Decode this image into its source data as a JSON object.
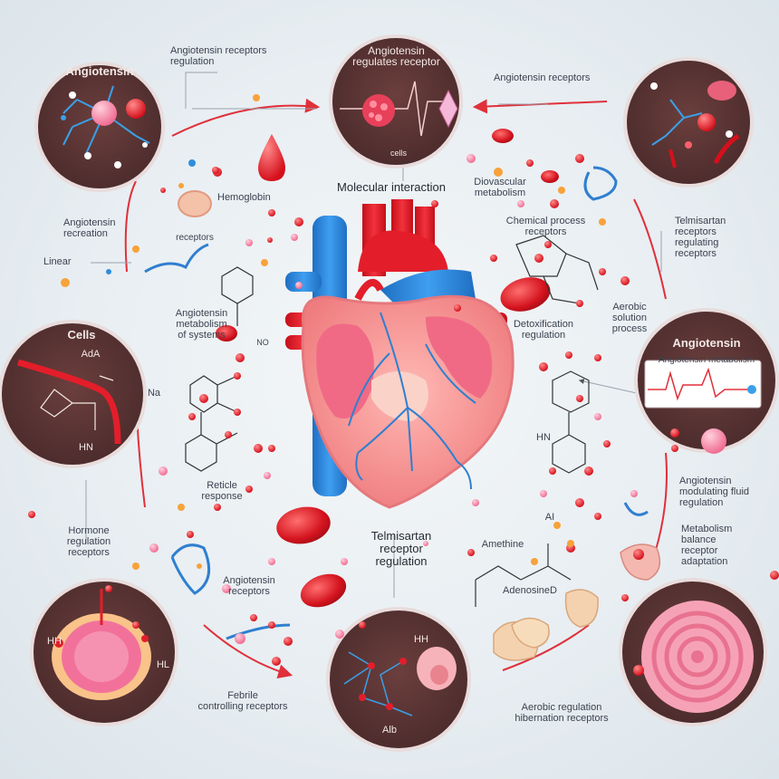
{
  "colors": {
    "artery_red": "#e31e2a",
    "vein_blue": "#2f8ddb",
    "circle_bg": "#5a3434",
    "cycle_line": "#e0303a",
    "tissue_pink": "#f0a0a6"
  },
  "labels": {
    "top_left_circle": "Angiotensin",
    "top_left_note": "Angiotensin receptors\nregulation",
    "top_center_circle": "Angiotensin\nregulates receptor",
    "top_center_small": "cells",
    "top_right_note": "Angiotensin receptors",
    "hemoglobin": "Hemoglobin",
    "center_title": "Molecular interaction",
    "right_upper_note": "Diovascular\nmetabolism",
    "mid_right_note": "Chemical process\nreceptors",
    "far_right_note": "Telmisartan\nreceptors\nregulating\nreceptors",
    "left_side_note": "Angiotensin\nrecreation",
    "left_small": "Linear",
    "left_molecule_upper": "receptors",
    "left_molecule_note": "Angiotensin\nmetabolism\nof systems",
    "left_circle_title": "Cells",
    "left_circle_sub": "AdA",
    "left_circle_hn": "HN",
    "na_label": "Na",
    "no_label": "NO",
    "left_bottom_note": "Reticle\nresponse",
    "right_center_note": "Aerobic\nsolution\nprocess",
    "detox_note": "Detoxification\nregulation",
    "right_circle_title": "Angiotensin",
    "right_circle_sub": "Angiotensin metabolism",
    "hn_right": "HN",
    "lower_right_note_1": "Angiotensin\nmodulating fluid\nregulation",
    "lower_right_note_2": "Metabolism\nbalance\nreceptor\nadaptation",
    "lower_left_note": "Hormone\nregulation\nreceptors",
    "angiotensin_receptors": "Angiotensin\nreceptors",
    "telmisartan_label": "Telmisartan\nreceptor\nregulation",
    "amino_label": "Amethine",
    "adenosine_label": "AdenosineD",
    "ai_label": "AI",
    "hh_left": "HH",
    "hl_left": "HL",
    "bottom_left_note": "Febrile\ncontrolling receptors",
    "hh_bottom": "HH",
    "alb_bottom": "Alb",
    "bottom_right_note": "Aerobic regulation\nhibernation receptors"
  }
}
